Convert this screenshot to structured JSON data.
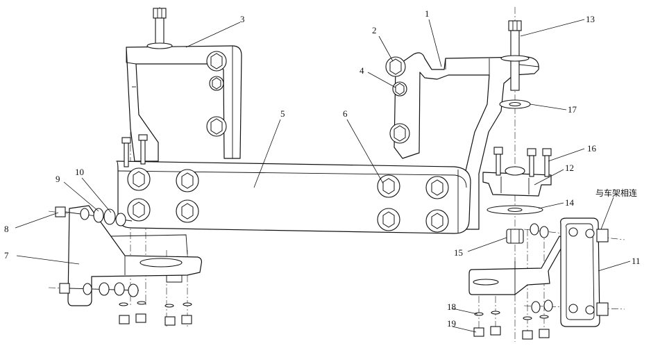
{
  "labels": [
    {
      "id": "1",
      "text": "1"
    },
    {
      "id": "2",
      "text": "2"
    },
    {
      "id": "3",
      "text": "3"
    },
    {
      "id": "4",
      "text": "4"
    },
    {
      "id": "5",
      "text": "5"
    },
    {
      "id": "6",
      "text": "6"
    },
    {
      "id": "7",
      "text": "7"
    },
    {
      "id": "8",
      "text": "8"
    },
    {
      "id": "9",
      "text": "9"
    },
    {
      "id": "10",
      "text": "10"
    },
    {
      "id": "11",
      "text": "11"
    },
    {
      "id": "12",
      "text": "12"
    },
    {
      "id": "13",
      "text": "13"
    },
    {
      "id": "14",
      "text": "14"
    },
    {
      "id": "15",
      "text": "15"
    },
    {
      "id": "16",
      "text": "16"
    },
    {
      "id": "17",
      "text": "17"
    },
    {
      "id": "18",
      "text": "18"
    },
    {
      "id": "19",
      "text": "19"
    }
  ],
  "annotation": "与车架相连"
}
